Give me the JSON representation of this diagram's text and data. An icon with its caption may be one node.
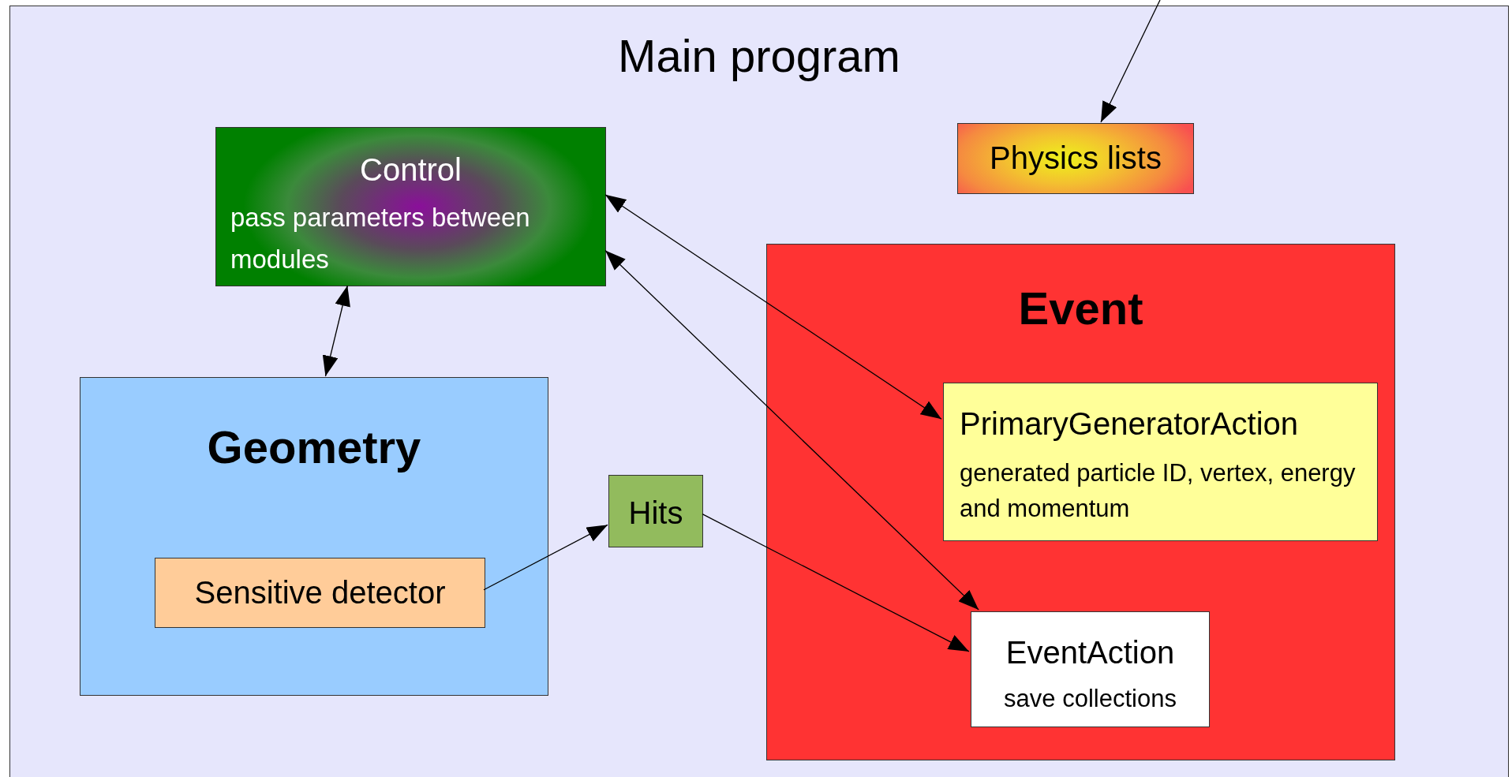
{
  "diagram": {
    "nodes": [
      {
        "text": [
          "Main program"
        ]
      },
      {
        "text": [
          "Control",
          "pass parameters between modules"
        ],
        "in": 0
      },
      {
        "text": [
          "Physics lists"
        ],
        "in": 0
      },
      {
        "text": [
          "Geometry"
        ],
        "in": 0
      },
      {
        "text": [
          "Sensitive detector"
        ],
        "in": 3
      },
      {
        "text": [
          "Hits"
        ],
        "in": 0
      },
      {
        "text": [
          "Event"
        ],
        "in": 0
      },
      {
        "text": [
          "PrimaryGeneratorAction",
          "generated particle ID, vertex, energy and momentum"
        ],
        "in": 6
      },
      {
        "text": [
          "EventAction",
          "save collections"
        ],
        "in": 6
      }
    ],
    "edges": [
      {
        "from": null,
        "to": 2,
        "arrow": "to"
      },
      {
        "from": 1,
        "to": 3,
        "arrow": "both"
      },
      {
        "from": 1,
        "to": 7,
        "arrow": "both"
      },
      {
        "from": 1,
        "to": 8,
        "arrow": "both"
      },
      {
        "from": 4,
        "to": 5,
        "arrow": "to"
      },
      {
        "from": 5,
        "to": 8,
        "arrow": "to"
      }
    ]
  }
}
